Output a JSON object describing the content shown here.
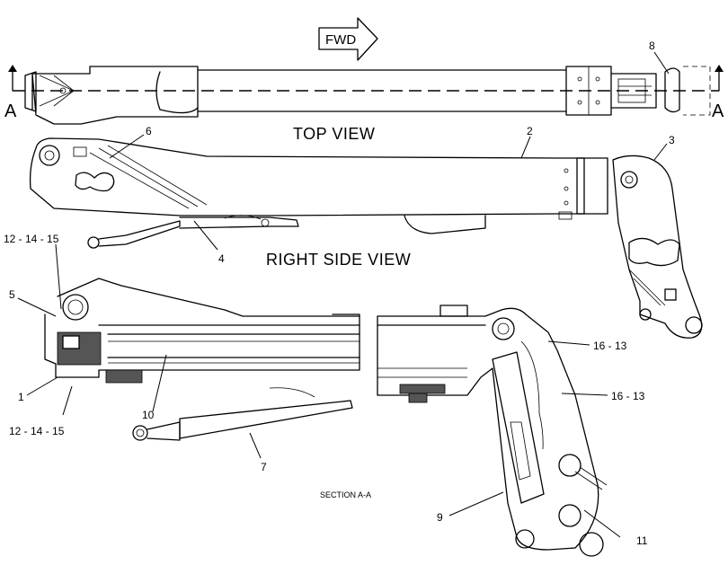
{
  "titles": {
    "top_view": "TOP VIEW",
    "right_side_view": "RIGHT SIDE VIEW",
    "section": "SECTION A-A"
  },
  "direction_arrow": "FWD",
  "section_markers": {
    "left": "A",
    "right": "A"
  },
  "callouts": {
    "c1": "1",
    "c2": "2",
    "c3": "3",
    "c4": "4",
    "c5": "5",
    "c6": "6",
    "c7": "7",
    "c8": "8",
    "c9": "9",
    "c10": "10",
    "c11": "11",
    "c12_top": "12 - 14 - 15",
    "c12_bottom": "12 - 14 - 15",
    "c16_upper": "16 - 13",
    "c16_lower": "16 - 13"
  }
}
